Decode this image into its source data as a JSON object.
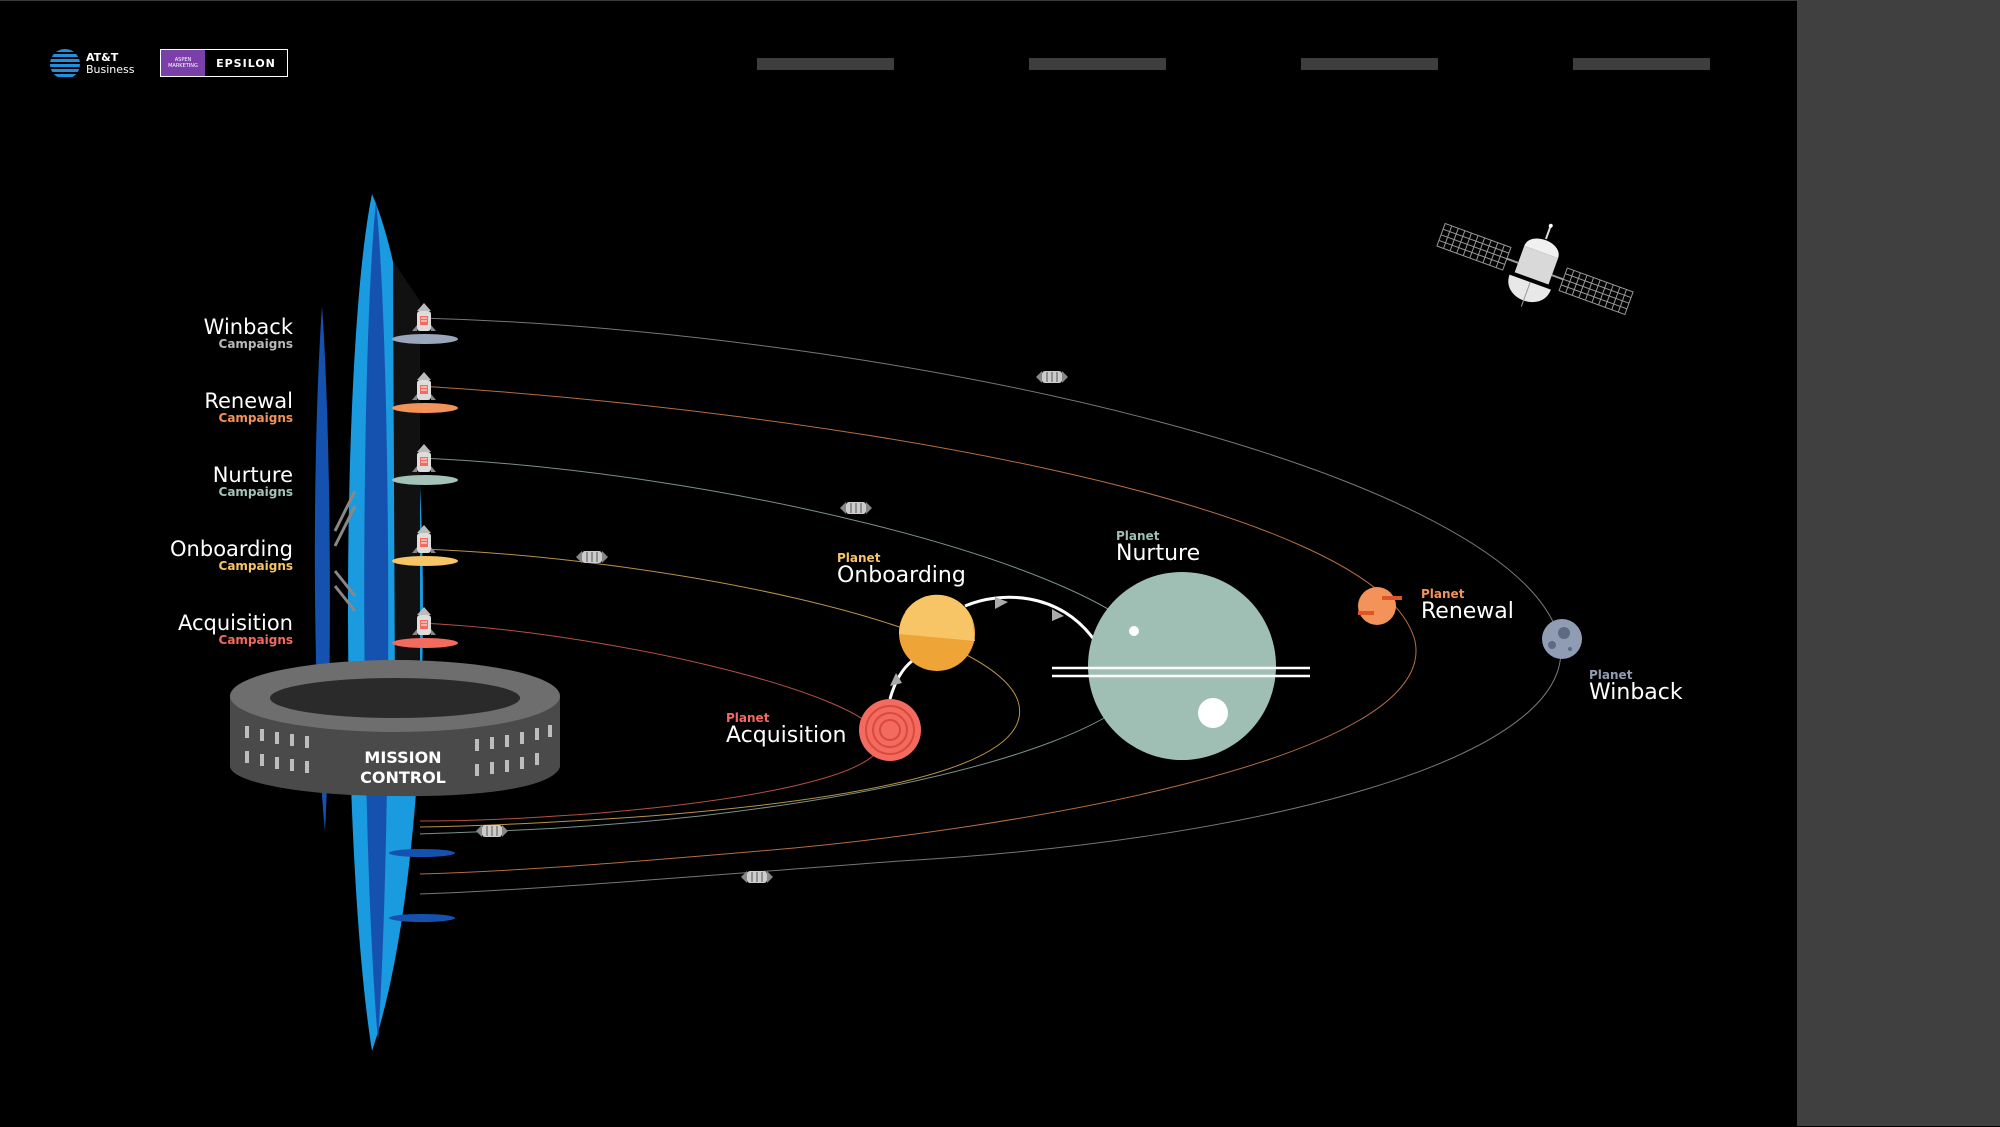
{
  "brand": {
    "att_name": "AT&T",
    "att_sub": "Business",
    "partner_left": "ASPEN MARKETING",
    "partner_right": "EPSILON"
  },
  "nav": {
    "tabs": [
      "",
      "",
      "",
      ""
    ]
  },
  "campaigns": [
    {
      "name": "Winback",
      "sub": "Campaigns",
      "color": "#b9b9b9"
    },
    {
      "name": "Renewal",
      "sub": "Campaigns",
      "color": "#f3935a"
    },
    {
      "name": "Nurture",
      "sub": "Campaigns",
      "color": "#a3c2b8"
    },
    {
      "name": "Onboarding",
      "sub": "Campaigns",
      "color": "#f7c466"
    },
    {
      "name": "Acquisition",
      "sub": "Campaigns",
      "color": "#f26b5e"
    }
  ],
  "mission_control": {
    "line1": "MISSION",
    "line2": "CONTROL"
  },
  "planets": [
    {
      "prefix": "Planet",
      "name": "Acquisition",
      "color": "#f26b5e"
    },
    {
      "prefix": "Planet",
      "name": "Onboarding",
      "color": "#f7c466"
    },
    {
      "prefix": "Planet",
      "name": "Nurture",
      "color": "#9fbfb5"
    },
    {
      "prefix": "Planet",
      "name": "Renewal",
      "color": "#f3935a"
    },
    {
      "prefix": "Planet",
      "name": "Winback",
      "color": "#8f9cb3"
    }
  ],
  "colors": {
    "background": "#000000",
    "tower_blue": "#1a9be0",
    "tower_dark_blue": "#1552b0",
    "ring_gray": "#4a4a4a",
    "right_panel": "#404040"
  },
  "icons": [
    "att-globe-icon",
    "satellite-icon",
    "rocket-icon"
  ]
}
